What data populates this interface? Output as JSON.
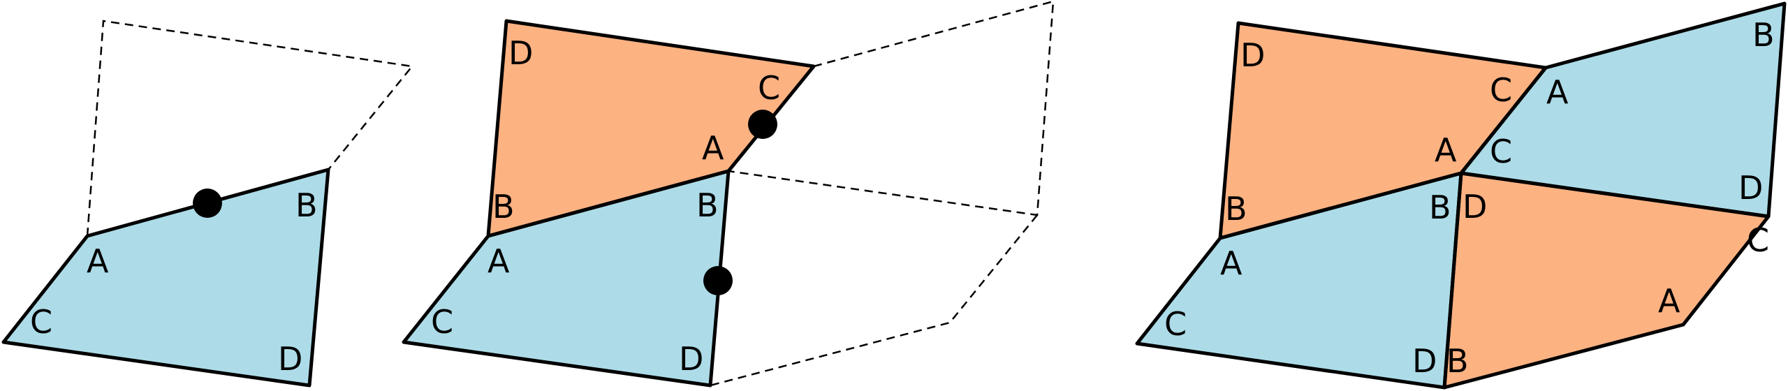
{
  "colors": {
    "blue": "#ADDCE8",
    "orange": "#FDB282",
    "stroke": "#000000",
    "background": "#FFFFFF"
  },
  "labels": {
    "a": "A",
    "b": "B",
    "c": "C",
    "d": "D"
  }
}
